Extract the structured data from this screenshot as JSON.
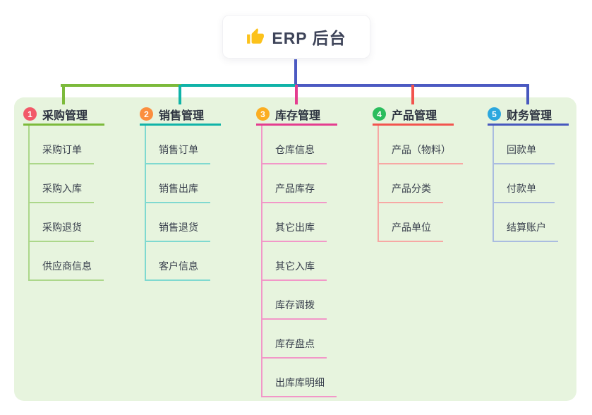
{
  "root": {
    "title": "ERP 后台",
    "icon": "thumbs-up-icon",
    "icon_color": "#fcc21b",
    "card_background": "#ffffff"
  },
  "panel": {
    "background": "#e7f4de"
  },
  "connectors": {
    "root_drop_color": "#4c5ac2",
    "segments": [
      {
        "name": "left",
        "color": "#7cba3b"
      },
      {
        "name": "middle",
        "color": "#10b3a8"
      },
      {
        "name": "right",
        "color": "#4c5ac2"
      }
    ]
  },
  "branches": [
    {
      "index": "1",
      "label": "采购管理",
      "badge_color": "#f25868",
      "line_color": "#7cba3b",
      "child_line_color": "#acd78a",
      "children": [
        "采购订单",
        "采购入库",
        "采购退货",
        "供应商信息"
      ]
    },
    {
      "index": "2",
      "label": "销售管理",
      "badge_color": "#fb8e3e",
      "line_color": "#10b3a8",
      "child_line_color": "#7fd9d0",
      "children": [
        "销售订单",
        "销售出库",
        "销售退货",
        "客户信息"
      ]
    },
    {
      "index": "3",
      "label": "库存管理",
      "badge_color": "#fbad21",
      "line_color": "#e43d8f",
      "child_line_color": "#f297c8",
      "children": [
        "仓库信息",
        "产品库存",
        "其它出库",
        "其它入库",
        "库存调拨",
        "库存盘点",
        "出库库明细"
      ]
    },
    {
      "index": "4",
      "label": "产品管理",
      "badge_color": "#2abd5d",
      "line_color": "#f2544e",
      "child_line_color": "#f7a8a4",
      "children": [
        "产品（物料）",
        "产品分类",
        "产品单位"
      ]
    },
    {
      "index": "5",
      "label": "财务管理",
      "badge_color": "#2ca7de",
      "line_color": "#4758be",
      "child_line_color": "#aabce0",
      "children": [
        "回款单",
        "付款单",
        "结算账户"
      ]
    }
  ]
}
